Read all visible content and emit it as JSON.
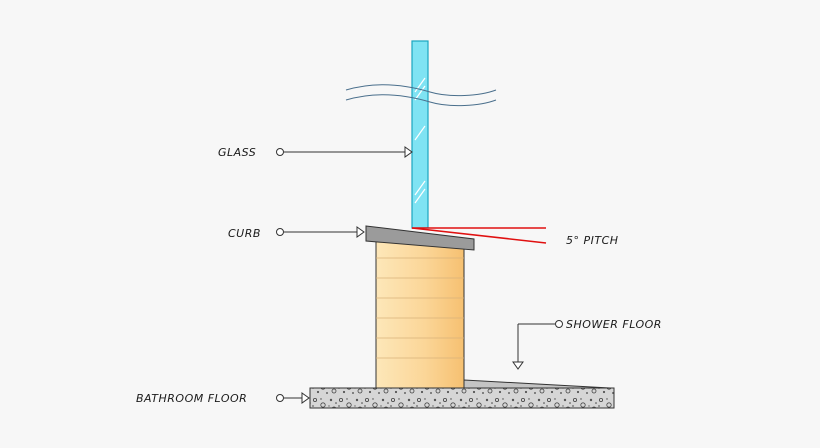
{
  "labels": {
    "glass": "GLASS",
    "curb": "CURB",
    "pitch": "5° PITCH",
    "shower_floor": "SHOWER FLOOR",
    "bathroom_floor": "BATHROOM FLOOR"
  },
  "colors": {
    "background": "#f7f7f7",
    "glass_fill": "#7fe3f3",
    "glass_stroke": "#1aa7c0",
    "curb_cap": "#9b9b9b",
    "curb_body_light": "#fde5b4",
    "curb_body_dark": "#f7c87c",
    "pitch_line": "#e01010",
    "floor_fill": "#d8d8d8"
  }
}
